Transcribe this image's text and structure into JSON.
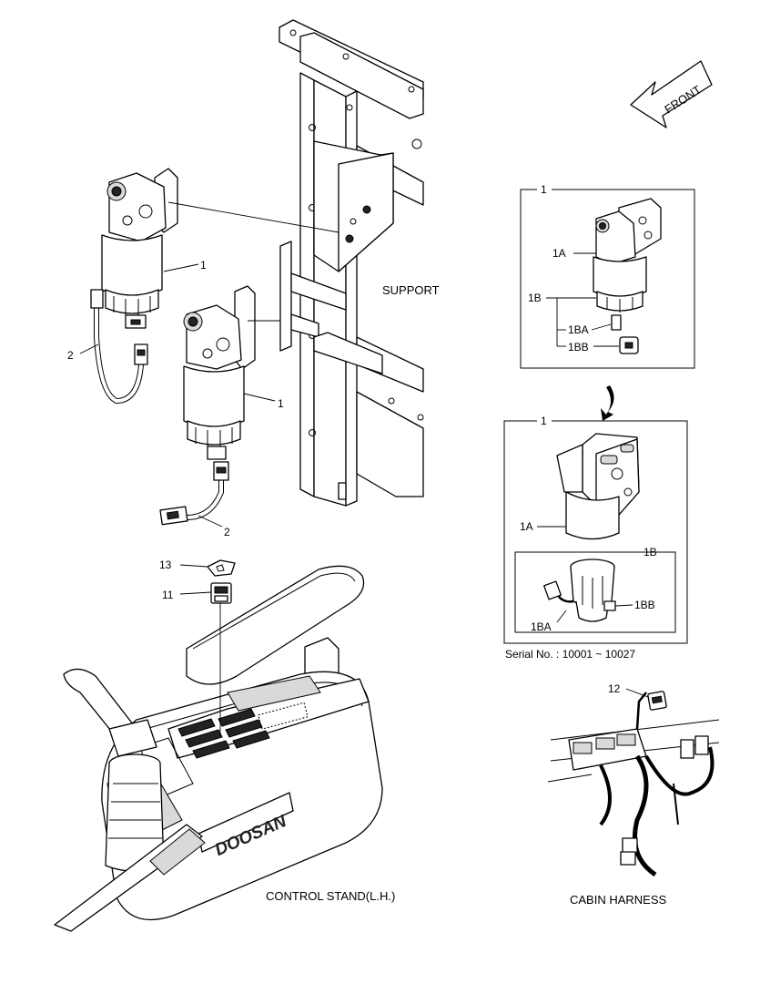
{
  "direction": {
    "front_label": "FRONT"
  },
  "captions": {
    "support": "SUPPORT",
    "control_stand": "CONTROL STAND(L.H.)",
    "cabin_harness": "CABIN HARNESS",
    "serial": "Serial No. : 10001 ~ 10027",
    "brand": "DOOSAN"
  },
  "callouts": {
    "filter_upper": "1",
    "filter_lower": "1",
    "hose_upper": "2",
    "hose_lower": "2",
    "switch_cover": "13",
    "switch": "11",
    "harness_connector": "12"
  },
  "detail_top": {
    "title": "1",
    "head": "1A",
    "bowl": "1B",
    "sensor": "1BA",
    "plug": "1BB"
  },
  "detail_bottom": {
    "title": "1",
    "head": "1A",
    "bowl": "1B",
    "sensor": "1BA",
    "plug": "1BB"
  }
}
